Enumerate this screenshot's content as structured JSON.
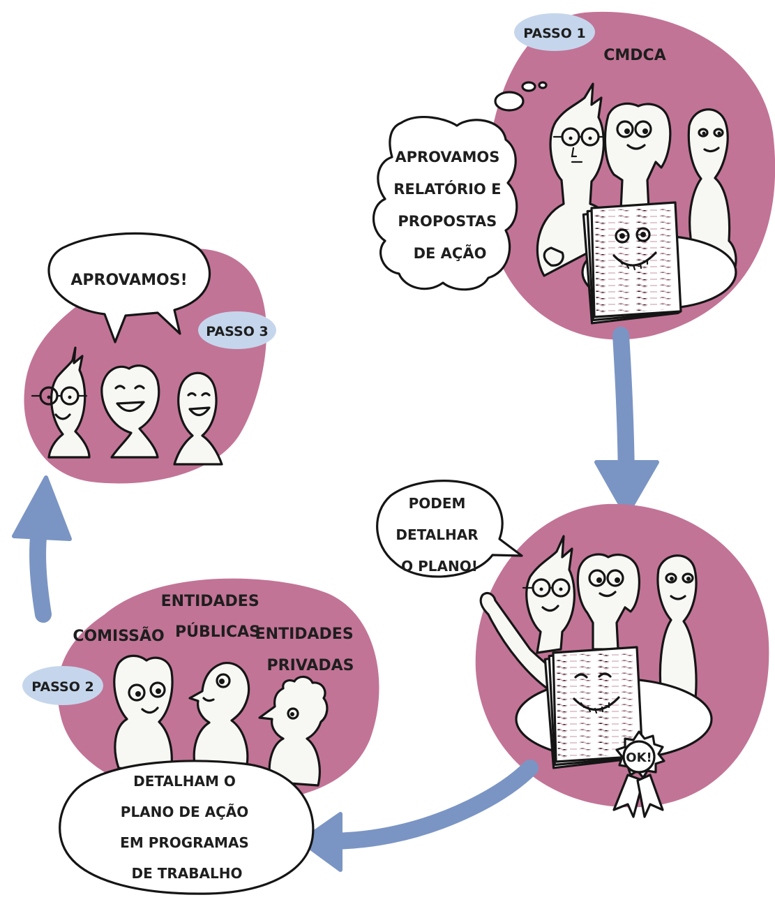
{
  "colors": {
    "blob": "#c27496",
    "arrow": "#7a95c4",
    "badge": "#c5d6ec",
    "ink": "#1e1e1e"
  },
  "step1": {
    "badge": "PASSO 1",
    "group_label": "CMDCA",
    "thought_bubble": [
      "APROVAMOS",
      "RELATÓRIO E",
      "PROPOSTAS",
      "DE AÇÃO"
    ]
  },
  "step2": {
    "badge": "PASSO 2",
    "labels": {
      "comissao": "COMISSÃO",
      "entidades_publicas": [
        "ENTIDADES",
        "PÚBLICAS"
      ],
      "entidades_privadas": [
        "ENTIDADES",
        "PRIVADAS"
      ]
    },
    "bubble": [
      "DETALHAM O",
      "PLANO DE AÇÃO",
      "EM PROGRAMAS",
      "DE TRABALHO"
    ]
  },
  "step3": {
    "badge": "PASSO 3",
    "speech": "APROVAMOS!"
  },
  "approval": {
    "speech": [
      "PODEM",
      "DETALHAR",
      "O PLANO!"
    ],
    "rosette": "OK!"
  },
  "icons": [
    "person-glasses-icon",
    "person-woman-icon",
    "person-bald-icon",
    "document-icon",
    "rosette-icon",
    "arrow-icon"
  ]
}
